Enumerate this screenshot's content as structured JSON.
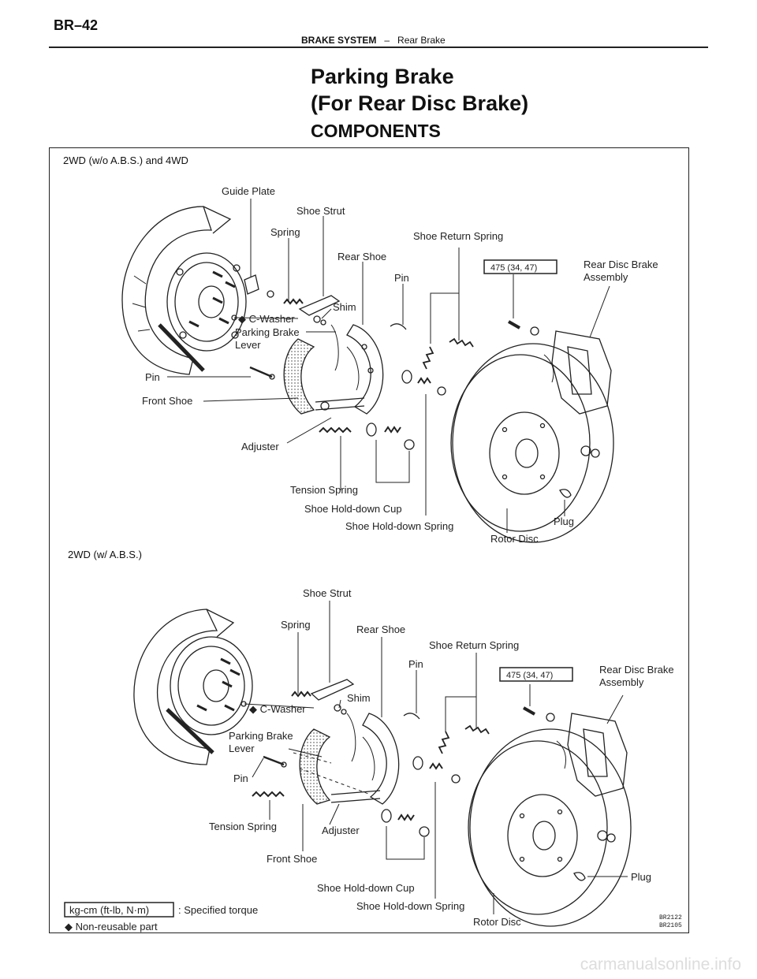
{
  "header": {
    "page_id": "BR–42",
    "section": "BRAKE SYSTEM",
    "separator": "–",
    "subsection": "Rear Brake"
  },
  "title": {
    "line1": "Parking Brake",
    "line2": "(For Rear Disc Brake)",
    "heading": "COMPONENTS"
  },
  "diagram1": {
    "variant": "2WD (w/o A.B.S.) and 4WD",
    "labels": {
      "guide_plate": "Guide Plate",
      "shoe_strut": "Shoe Strut",
      "spring": "Spring",
      "shoe_return_spring": "Shoe Return Spring",
      "rear_shoe": "Rear Shoe",
      "pin_top": "Pin",
      "torque": "475 (34, 47)",
      "rear_disc_brake_assembly_1": "Rear Disc Brake",
      "rear_disc_brake_assembly_2": "Assembly",
      "shim": "Shim",
      "c_washer": "◆ C-Washer",
      "parking_brake_lever_1": "Parking Brake",
      "parking_brake_lever_2": "Lever",
      "pin_left": "Pin",
      "front_shoe": "Front Shoe",
      "adjuster": "Adjuster",
      "tension_spring": "Tension Spring",
      "shoe_hold_down_cup": "Shoe Hold-down Cup",
      "shoe_hold_down_spring": "Shoe Hold-down Spring",
      "rotor_disc": "Rotor Disc",
      "plug": "Plug"
    }
  },
  "diagram2": {
    "variant": "2WD (w/ A.B.S.)",
    "labels": {
      "shoe_strut": "Shoe Strut",
      "spring": "Spring",
      "rear_shoe": "Rear Shoe",
      "shoe_return_spring": "Shoe Return Spring",
      "pin_top": "Pin",
      "torque": "475 (34, 47)",
      "rear_disc_brake_assembly_1": "Rear Disc Brake",
      "rear_disc_brake_assembly_2": "Assembly",
      "c_washer": "◆ C-Washer",
      "shim": "Shim",
      "parking_brake_lever_1": "Parking Brake",
      "parking_brake_lever_2": "Lever",
      "pin_left": "Pin",
      "tension_spring": "Tension Spring",
      "adjuster": "Adjuster",
      "front_shoe": "Front Shoe",
      "shoe_hold_down_cup": "Shoe Hold-down Cup",
      "shoe_hold_down_spring": "Shoe Hold-down Spring",
      "rotor_disc": "Rotor Disc",
      "plug": "Plug"
    }
  },
  "legend": {
    "unit_box": "kg-cm (ft-lb, N·m)",
    "specified_torque": ": Specified torque",
    "non_reusable": "◆ Non-reusable part"
  },
  "figure_codes": [
    "BR2122",
    "BR2105"
  ],
  "watermark": "carmanualsonline.info"
}
